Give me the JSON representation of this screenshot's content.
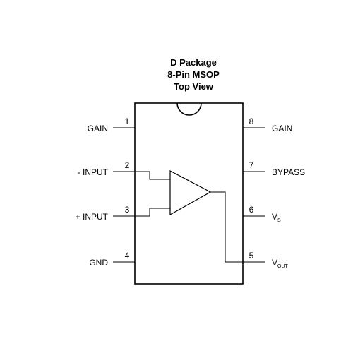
{
  "title": {
    "line1": "D Package",
    "line2": "8-Pin MSOP",
    "line3": "Top View"
  },
  "pins": [
    {
      "num": "1",
      "label": "GAIN"
    },
    {
      "num": "2",
      "label": "- INPUT"
    },
    {
      "num": "3",
      "label": "+ INPUT"
    },
    {
      "num": "4",
      "label": "GND"
    },
    {
      "num": "5",
      "label_main": "V",
      "label_sub": "OUT"
    },
    {
      "num": "6",
      "label_main": "V",
      "label_sub": "S"
    },
    {
      "num": "7",
      "label": "BYPASS"
    },
    {
      "num": "8",
      "label": "GAIN"
    }
  ]
}
